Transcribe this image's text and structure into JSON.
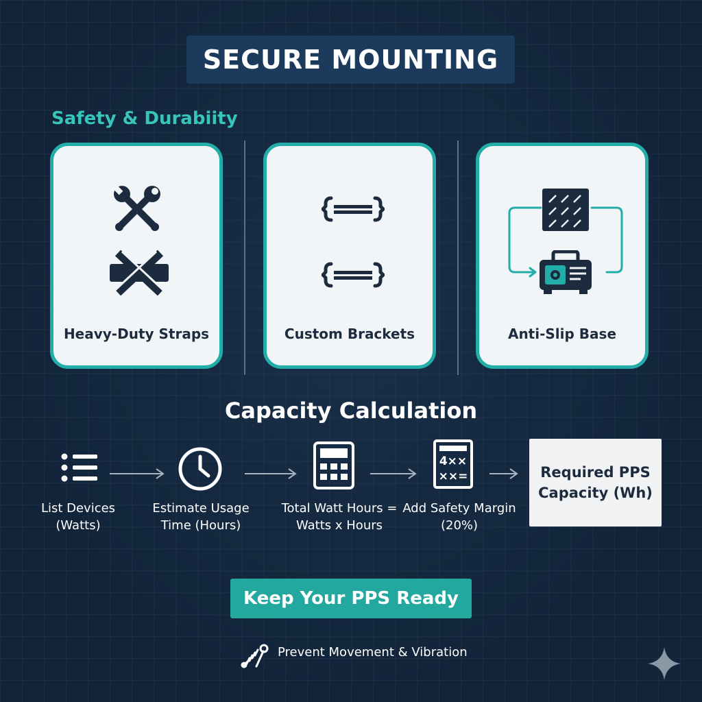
{
  "title": "SECURE MOUNTING",
  "section_label": "Safety & Durabiity",
  "cards": [
    {
      "label": "Heavy-Duty Straps",
      "icons": [
        "wrench-cross-icon",
        "strap-icon"
      ]
    },
    {
      "label": "Custom Brackets",
      "icons": [
        "bracket-icon",
        "bracket-icon"
      ]
    },
    {
      "label": "Anti-Slip Base",
      "icons": [
        "mat-icon",
        "power-station-icon",
        "loop-arrow-icon"
      ]
    }
  ],
  "calc": {
    "heading": "Capacity Calculation",
    "steps": [
      {
        "line1": "List Devices",
        "line2": "(Watts)",
        "icon": "list-icon"
      },
      {
        "line1": "Estimate Usage",
        "line2": "Time (Hours)",
        "icon": "clock-icon"
      },
      {
        "line1": "Total Watt Hours =",
        "line2": "Watts x Hours",
        "icon": "calculator-icon"
      },
      {
        "line1": "Add Safety Margin",
        "line2": "(20%)",
        "icon": "calculator-symbols-icon"
      }
    ],
    "result": {
      "line1": "Required PPS",
      "line2": "Capacity (Wh)"
    },
    "calc_symbols": {
      "row1": "4××",
      "row2": "××="
    }
  },
  "cta": "Keep Your PPS Ready",
  "footer": "Prevent Movement & Vibration",
  "colors": {
    "accent": "#23ada8",
    "background": "#11243a",
    "card": "#f2f5f7",
    "icon_dark": "#1c2b3d"
  }
}
